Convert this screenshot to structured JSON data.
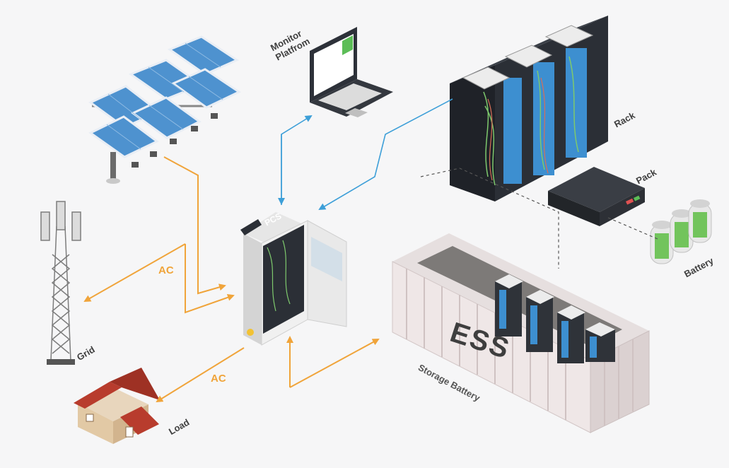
{
  "labels": {
    "monitor": "Monitor\nPlatfrom",
    "rack": "Rack",
    "pack": "Pack",
    "battery": "Battery",
    "pcs": "PCS",
    "ess": "ESS",
    "storage": "Storage Battery",
    "grid": "Grid",
    "load": "Load",
    "ac_top": "AC",
    "ac_bottom": "AC"
  },
  "colors": {
    "ac_line": "#f0a43a",
    "data_line": "#3d9fd8",
    "solar": "#4e92cf",
    "rack": "#2b2f36",
    "house_roof": "#b83c2d"
  },
  "icons": [
    "solar-array-icon",
    "laptop-icon",
    "server-rack-icon",
    "battery-pack-icon",
    "battery-cells-icon",
    "pcs-cabinet-icon",
    "container-icon",
    "grid-tower-icon",
    "house-icon"
  ]
}
